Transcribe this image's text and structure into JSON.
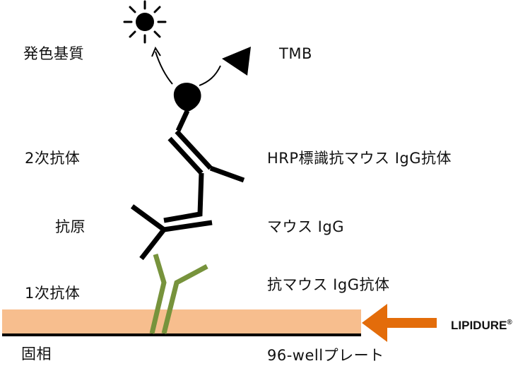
{
  "labels": {
    "substrate": "発色基質",
    "tmb": "TMB",
    "secondary_antibody": "2次抗体",
    "hrp_antibody": "HRP標識抗マウス IgG抗体",
    "antigen": "抗原",
    "mouse_igg": "マウス IgG",
    "primary_antibody": "1次抗体",
    "anti_mouse_igg": "抗マウス IgG抗体",
    "solid_phase": "固相",
    "plate": "96-wellプレート"
  },
  "brand": {
    "name": "LIPIDURE",
    "mark": "®"
  },
  "colors": {
    "plate_layer": "#f7be8e",
    "arrow": "#e36c0a",
    "primary_antibody": "#77933c",
    "ink": "#000000"
  },
  "icons": {
    "light": "sun-icon",
    "substrate": "triangle-icon",
    "enzyme": "hrp-drop-icon",
    "arrow": "arrow-left-icon"
  }
}
